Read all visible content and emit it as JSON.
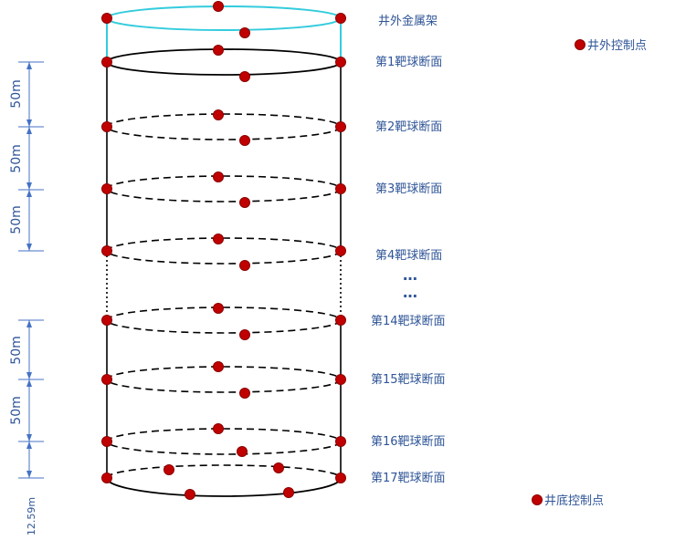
{
  "colors": {
    "frame": "#33CCDD",
    "shaft": "#000000",
    "point": "#C00000",
    "point_stroke": "#8B0000",
    "text": "#2F5597",
    "dim_line": "#4472C4"
  },
  "labels": {
    "frame": "井外金属架",
    "sections": [
      "第1靶球断面",
      "第2靶球断面",
      "第3靶球断面",
      "第4靶球断面",
      "第14靶球断面",
      "第15靶球断面",
      "第16靶球断面",
      "第17靶球断面"
    ],
    "ellipsis_1": "…",
    "ellipsis_2": "…"
  },
  "legend": {
    "outside": "井外控制点",
    "bottom": "井底控制点"
  },
  "dimensions": {
    "upper": [
      "50m",
      "50m",
      "50m"
    ],
    "lower": [
      "50m",
      "50m"
    ],
    "bottom": "12.59m"
  }
}
